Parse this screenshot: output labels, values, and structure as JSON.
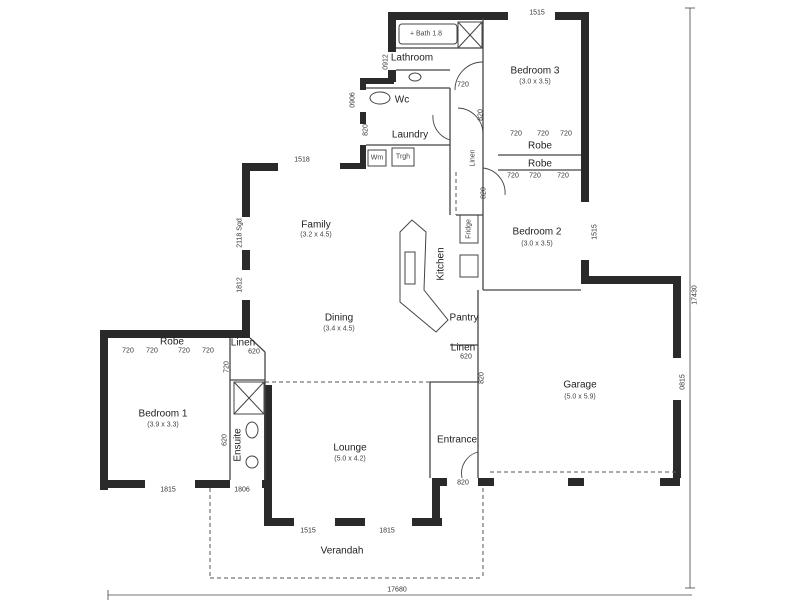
{
  "plan": {
    "overall_width": "17680",
    "overall_depth": "17430",
    "rooms": [
      {
        "id": "bathroom",
        "name": "Lathroom",
        "size": ""
      },
      {
        "id": "bath",
        "name": "+ Bath 1.8",
        "size": ""
      },
      {
        "id": "wc",
        "name": "Wc",
        "size": ""
      },
      {
        "id": "laundry",
        "name": "Laundry",
        "size": ""
      },
      {
        "id": "bedroom3",
        "name": "Bedroom 3",
        "size": "(3.0 x 3.5)"
      },
      {
        "id": "robe3",
        "name": "Robe",
        "size": ""
      },
      {
        "id": "robe2",
        "name": "Robe",
        "size": ""
      },
      {
        "id": "linen_top",
        "name": "Linen",
        "size": ""
      },
      {
        "id": "bedroom2",
        "name": "Bedroom 2",
        "size": "(3.0 x 3.5)"
      },
      {
        "id": "family",
        "name": "Family",
        "size": "(3.2 x 4.5)"
      },
      {
        "id": "kitchen",
        "name": "Kitchen",
        "size": ""
      },
      {
        "id": "fridge",
        "name": "Fridge",
        "size": ""
      },
      {
        "id": "pantry",
        "name": "Pantry",
        "size": ""
      },
      {
        "id": "dining",
        "name": "Dining",
        "size": "(3.4 x 4.5)"
      },
      {
        "id": "linen_mid",
        "name": "Linen",
        "size": ""
      },
      {
        "id": "garage",
        "name": "Garage",
        "size": "(5.0 x 5.9)"
      },
      {
        "id": "robe1",
        "name": "Robe",
        "size": ""
      },
      {
        "id": "linen_left",
        "name": "Linen",
        "size": ""
      },
      {
        "id": "bedroom1",
        "name": "Bedroom 1",
        "size": "(3.9 x 3.3)"
      },
      {
        "id": "ensuite",
        "name": "Ensuite",
        "size": ""
      },
      {
        "id": "lounge",
        "name": "Lounge",
        "size": "(5.0 x 4.2)"
      },
      {
        "id": "entrance",
        "name": "Entrance",
        "size": ""
      },
      {
        "id": "verandah",
        "name": "Verandah",
        "size": ""
      }
    ],
    "appliances": {
      "washer": "Wm",
      "trough": "Trgh"
    },
    "dimensions": {
      "top_window": "1515",
      "bathroom_window": "0912",
      "wc_window": "0906",
      "laundry_door": "820",
      "family_window": "1518",
      "family_side": "2118 Sgd",
      "family_side2": "1812",
      "bedroom2_window": "1515",
      "garage_window": "0815",
      "bed1_window": "1815",
      "ensuite_window": "1806",
      "lounge_window1": "1515",
      "lounge_window2": "1815",
      "entrance_door": "820",
      "door_720": "720",
      "door_820": "820",
      "door_620": "620",
      "ensuite_door": "620",
      "garage_door": "820"
    }
  }
}
